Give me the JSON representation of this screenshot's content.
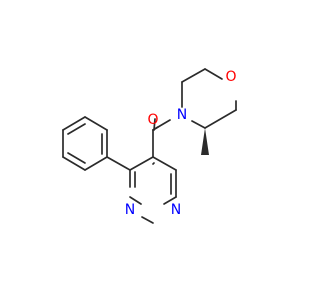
{
  "molecule": {
    "atoms": {
      "O_carbonyl": "O",
      "N_morpholine": "N",
      "O_morpholine": "O",
      "N_pyrimidine_1": "N",
      "N_pyrimidine_2": "N"
    }
  },
  "colors": {
    "bond": "#2b2b2b",
    "oxygen": "#ff0000",
    "nitrogen": "#0000ff"
  }
}
